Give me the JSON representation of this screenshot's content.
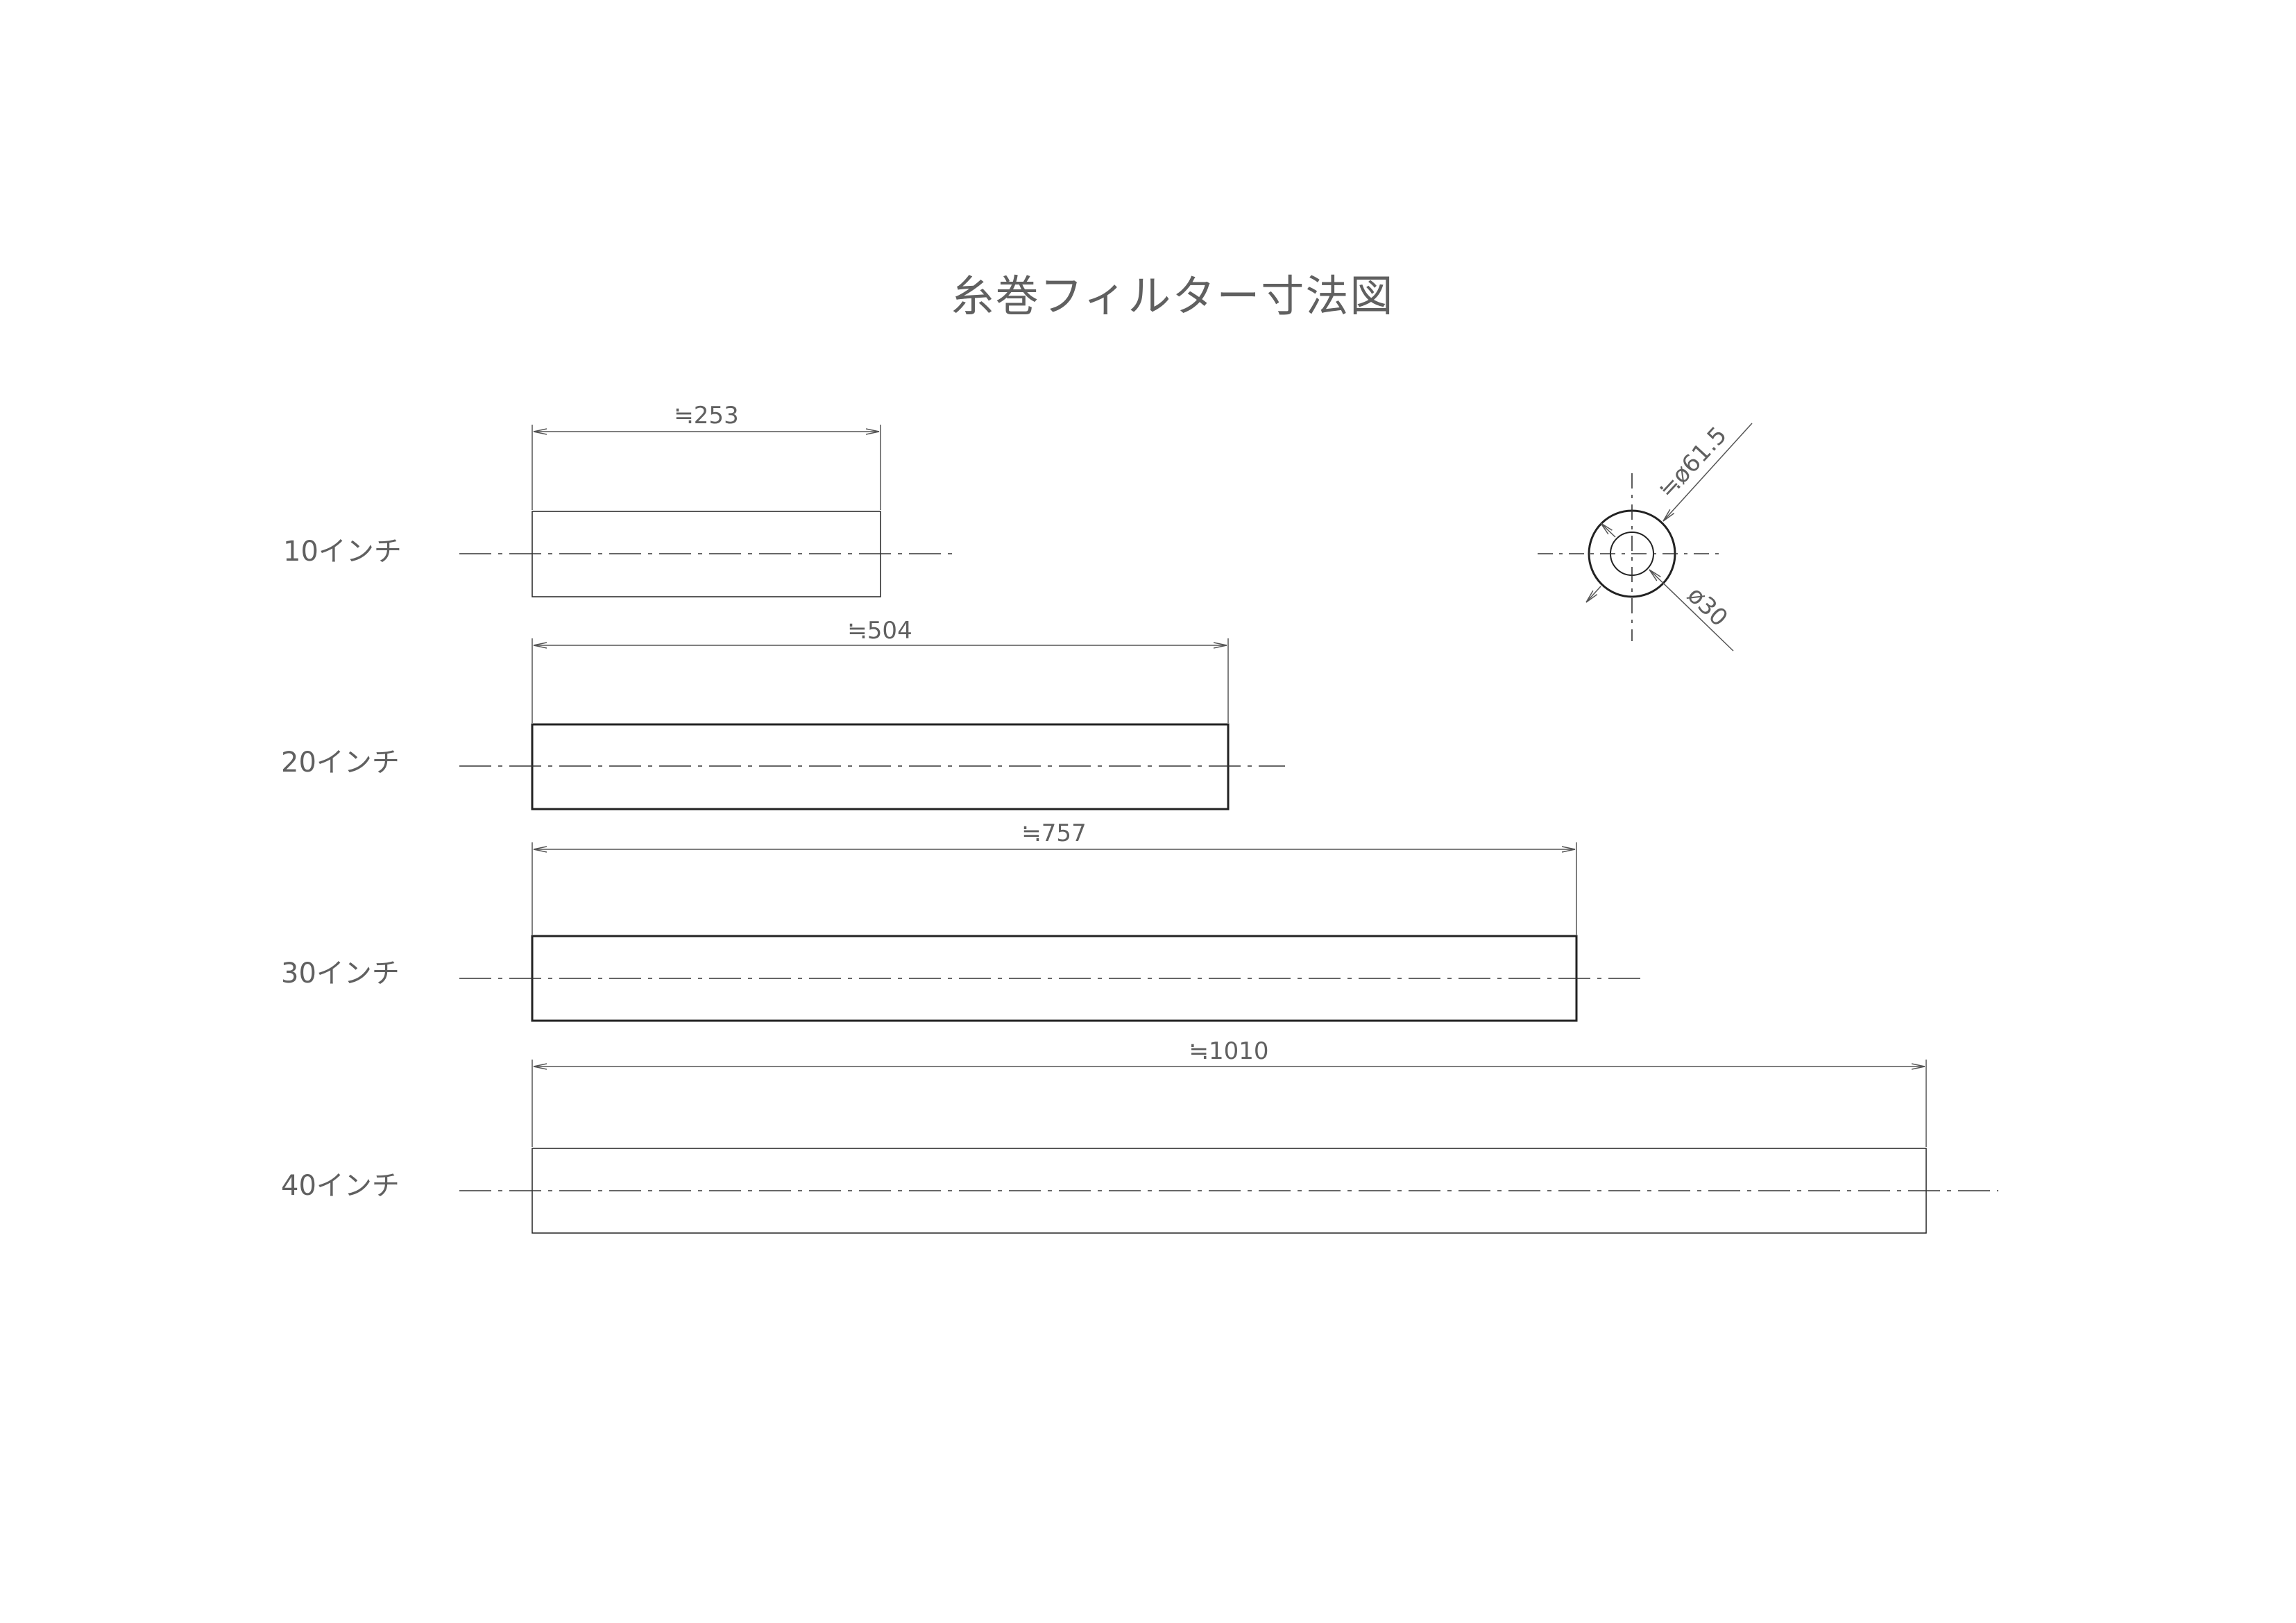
{
  "title": "糸巻フィルター寸法図",
  "filters": [
    {
      "label": "10インチ",
      "dimension": "≒253"
    },
    {
      "label": "20インチ",
      "dimension": "≒504"
    },
    {
      "label": "30インチ",
      "dimension": "≒757"
    },
    {
      "label": "40インチ",
      "dimension": "≒1010"
    }
  ],
  "cross_section": {
    "outer_diameter_label": "≒ø61.5",
    "inner_diameter_label": "ø30"
  }
}
